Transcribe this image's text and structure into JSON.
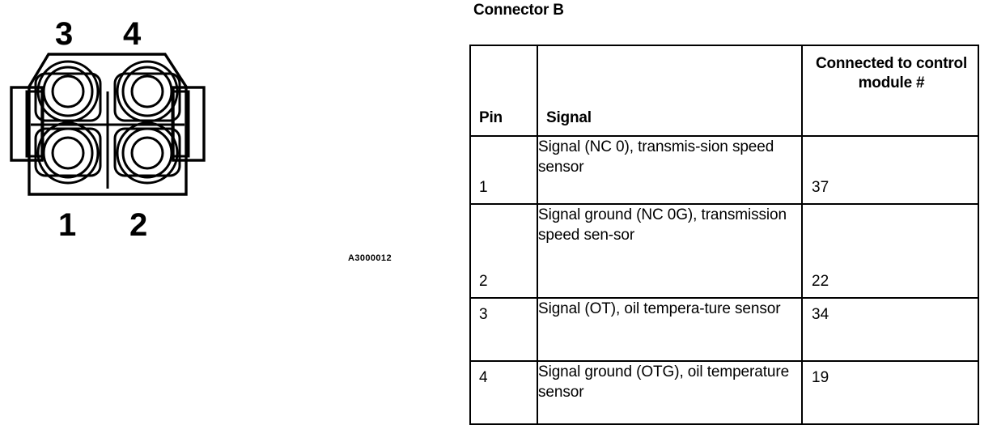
{
  "figure": {
    "reference_code": "A3000012",
    "pin_labels": {
      "top_left": "3",
      "top_right": "4",
      "bottom_left": "1",
      "bottom_right": "2"
    },
    "cavity_count": 4,
    "colors": {
      "line": "#000000",
      "background": "#ffffff"
    }
  },
  "table": {
    "title": "Connector B",
    "headers": {
      "pin": "Pin",
      "signal": "Signal",
      "module": "Connected to control module #"
    },
    "rows": [
      {
        "pin": "1",
        "signal": "Signal (NC 0), transmis-­sion speed sensor",
        "module": "37",
        "module_align": "bottom"
      },
      {
        "pin": "2",
        "signal": "Signal ground (NC 0G), transmission speed sen-­sor",
        "module": "22",
        "module_align": "bottom"
      },
      {
        "pin": "3",
        "signal": "Signal (OT), oil tempera-­ture sensor",
        "module": "34",
        "module_align": "top"
      },
      {
        "pin": "4",
        "signal": "Signal ground (OTG), oil temperature sensor",
        "module": "19",
        "module_align": "top"
      }
    ]
  }
}
